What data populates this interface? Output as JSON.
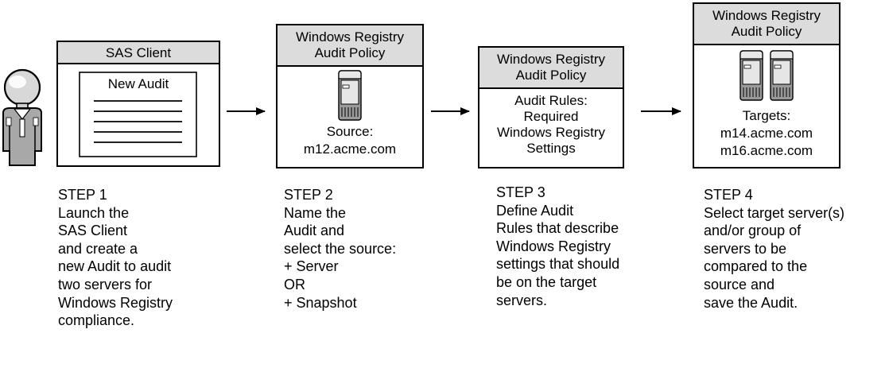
{
  "client": {
    "window_title": "SAS Client",
    "inner_title": "New Audit"
  },
  "policy_title": [
    "Windows Registry",
    "Audit Policy"
  ],
  "step2_box": {
    "lines": [
      "Source:",
      "m12.acme.com"
    ]
  },
  "step3_box": {
    "lines": [
      "Audit Rules:",
      "Required",
      "Windows Registry",
      "Settings"
    ]
  },
  "step4_box": {
    "lines": [
      "Targets:",
      "m14.acme.com",
      "m16.acme.com"
    ]
  },
  "steps": [
    {
      "heading": "STEP 1",
      "lines": [
        "Launch the",
        "SAS Client",
        "and create a",
        "new Audit to audit",
        "two servers for",
        "Windows Registry",
        "compliance."
      ]
    },
    {
      "heading": "STEP 2",
      "lines": [
        "Name the",
        "Audit and",
        "select the source:",
        "+ Server",
        "OR",
        "+ Snapshot"
      ]
    },
    {
      "heading": "STEP 3",
      "lines": [
        "Define Audit",
        "Rules that describe",
        "Windows Registry",
        "settings that should",
        "be on the target",
        "servers."
      ]
    },
    {
      "heading": "STEP 4",
      "lines": [
        "Select target server(s)",
        "and/or group of",
        "servers to be",
        "compared to the",
        "source and",
        "save the Audit."
      ]
    }
  ],
  "icons": {
    "user": "person-icon",
    "server": "server-tower-icon"
  },
  "colors": {
    "header_fill": "#dcdcdc",
    "server_light": "#e4e4e4",
    "server_dark": "#8a8a8a",
    "stroke": "#000000"
  }
}
